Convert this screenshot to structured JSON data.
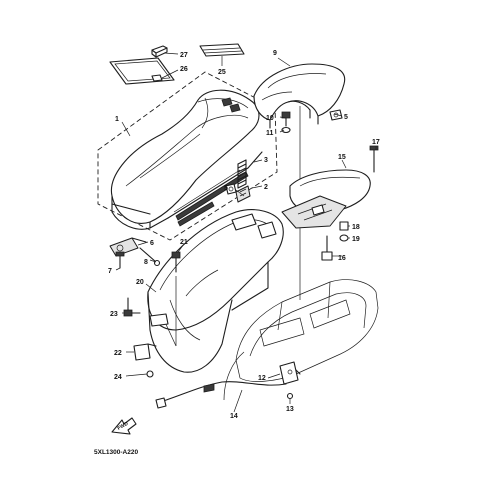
{
  "diagram_code": "5XL1300-A220",
  "fwd_arrow_label": "FWD",
  "callouts": {
    "c1": "1",
    "c2": "2",
    "c3": "3",
    "c5": "5",
    "c6": "6",
    "c7": "7",
    "c8": "8",
    "c9": "9",
    "c10": "10",
    "c11": "11",
    "c12": "12",
    "c13": "13",
    "c14": "14",
    "c15": "15",
    "c16": "16",
    "c17": "17",
    "c18": "18",
    "c19": "19",
    "c20": "20",
    "c21": "21",
    "c22": "22",
    "c23": "23",
    "c24": "24",
    "c25": "25",
    "c26": "26",
    "c27": "27"
  }
}
